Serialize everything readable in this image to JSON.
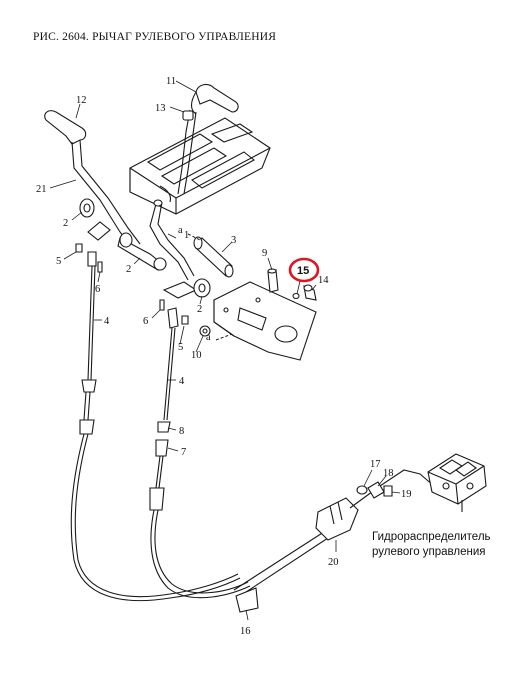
{
  "title": "РИС. 2604. РЫЧАГ РУЛЕВОГО УПРАВЛЕНИЯ",
  "highlight_color": "#e0141e",
  "highlighted_part": "15",
  "callout": {
    "line1": "Гидрораспределитель",
    "line2": "рулевого управления"
  },
  "labels": {
    "n1": "1",
    "n2a": "2",
    "n2b": "2",
    "n2c": "2",
    "n3": "3",
    "n4a": "4",
    "n4b": "4",
    "n5a": "5",
    "n5b": "5",
    "n6a": "6",
    "n6b": "6",
    "n7": "7",
    "n8": "8",
    "n9": "9",
    "n10": "10",
    "n11": "11",
    "n12": "12",
    "n13": "13",
    "n14": "14",
    "n15": "15",
    "n16": "16",
    "n17": "17",
    "n18": "18",
    "n19": "19",
    "n20": "20",
    "n21": "21",
    "a1": "a",
    "a2": "a"
  }
}
